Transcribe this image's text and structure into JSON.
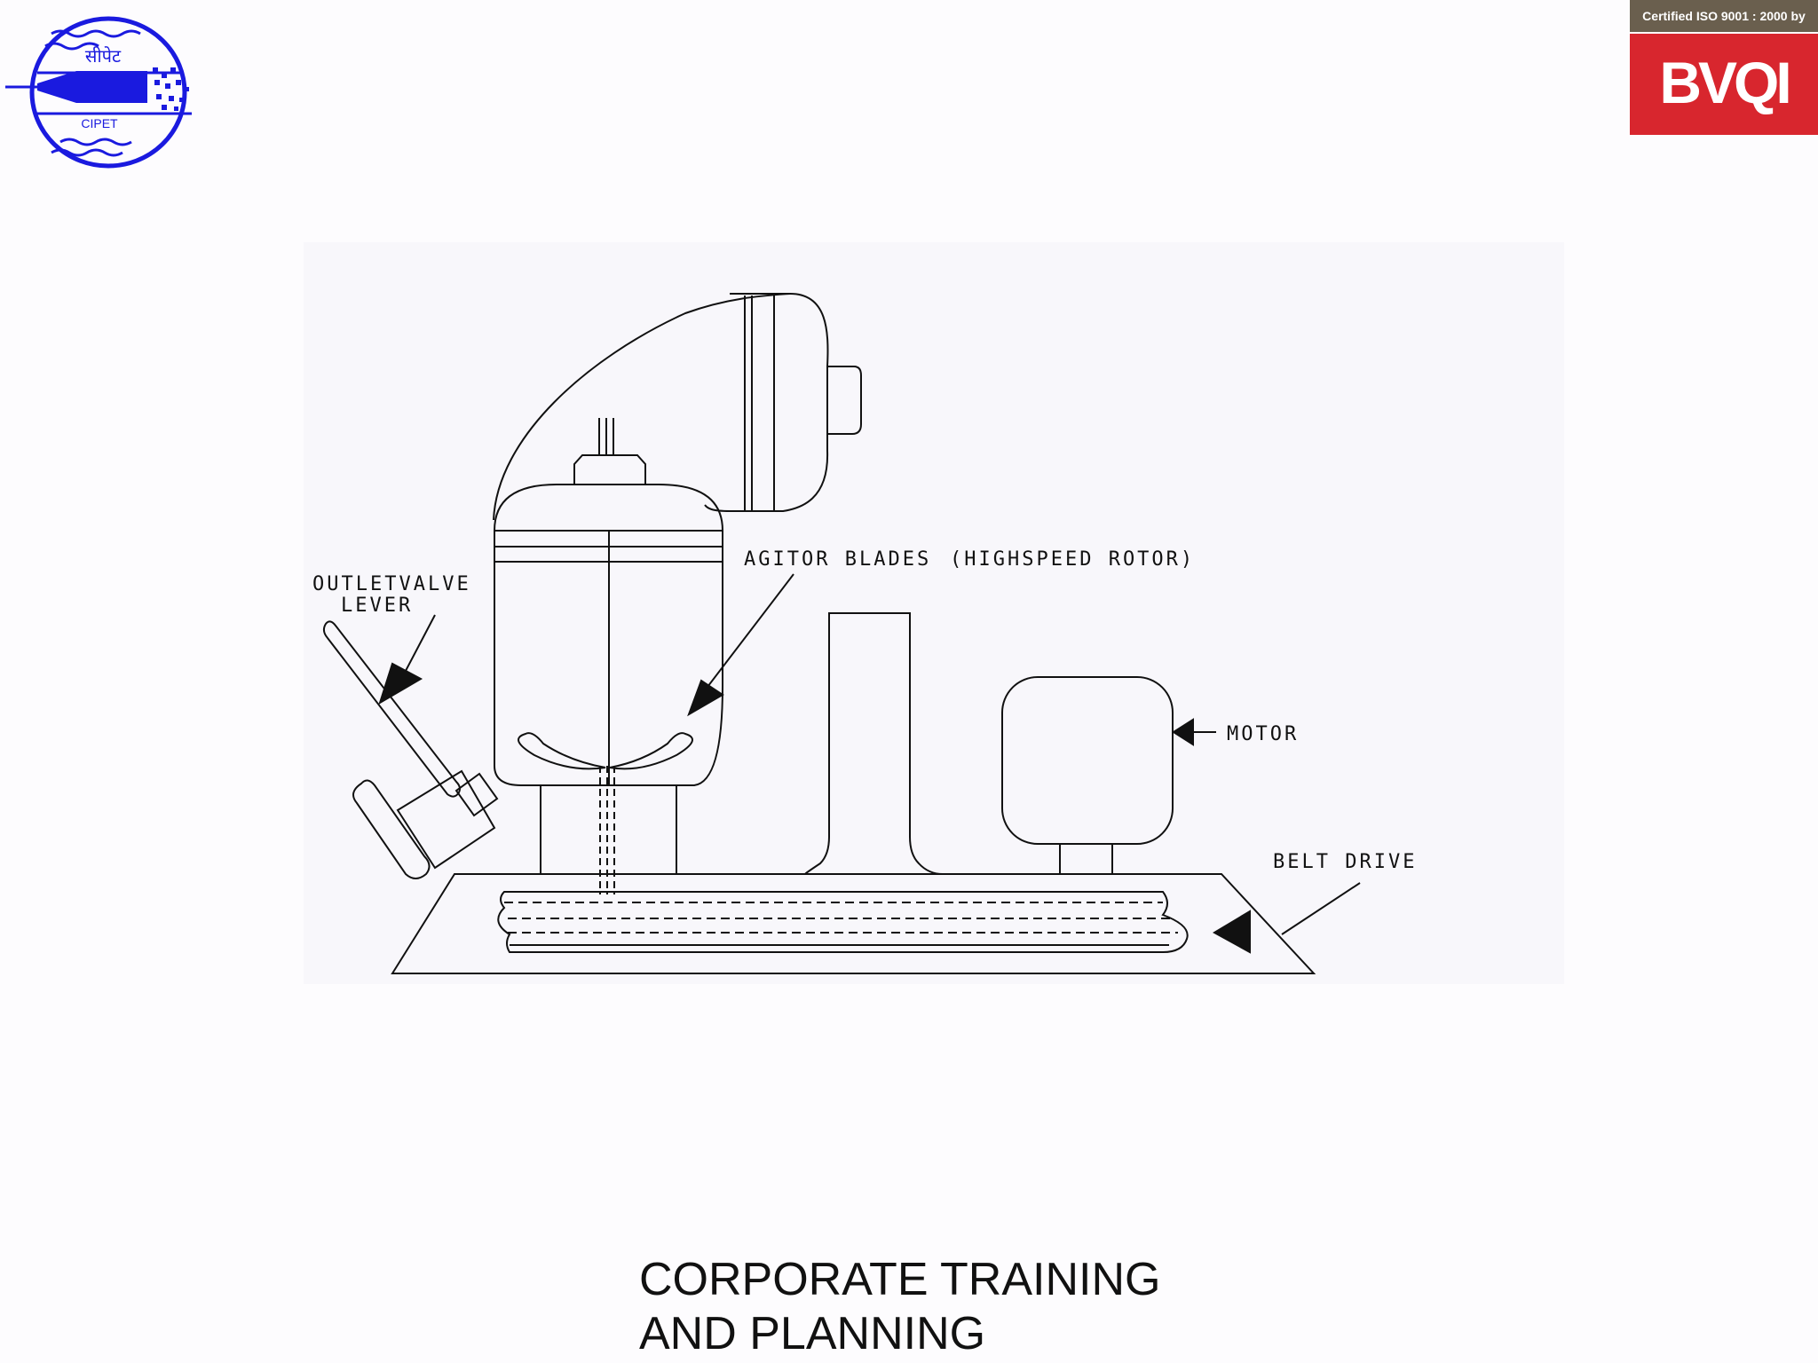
{
  "header": {
    "logo": {
      "icon": "cipet-logo-icon",
      "hindi_text": "सीपेट",
      "text": "CIPET",
      "color": "#1a1adf"
    },
    "certification": {
      "text": "Certified ISO 9001 : 2000 by",
      "brand": "BVQI",
      "brand_color": "#d8262e",
      "bar_color": "#6a5f4e"
    }
  },
  "diagram": {
    "labels": {
      "agitator": "AGITOR BLADES",
      "rotor": "(HIGHSPEED ROTOR)",
      "outlet_line1": "OUTLETVALVE",
      "outlet_line2": "LEVER",
      "motor": "MOTOR",
      "belt": "BELT DRIVE"
    }
  },
  "footer": {
    "line1": "CORPORATE TRAINING",
    "line2": "AND PLANNING"
  }
}
